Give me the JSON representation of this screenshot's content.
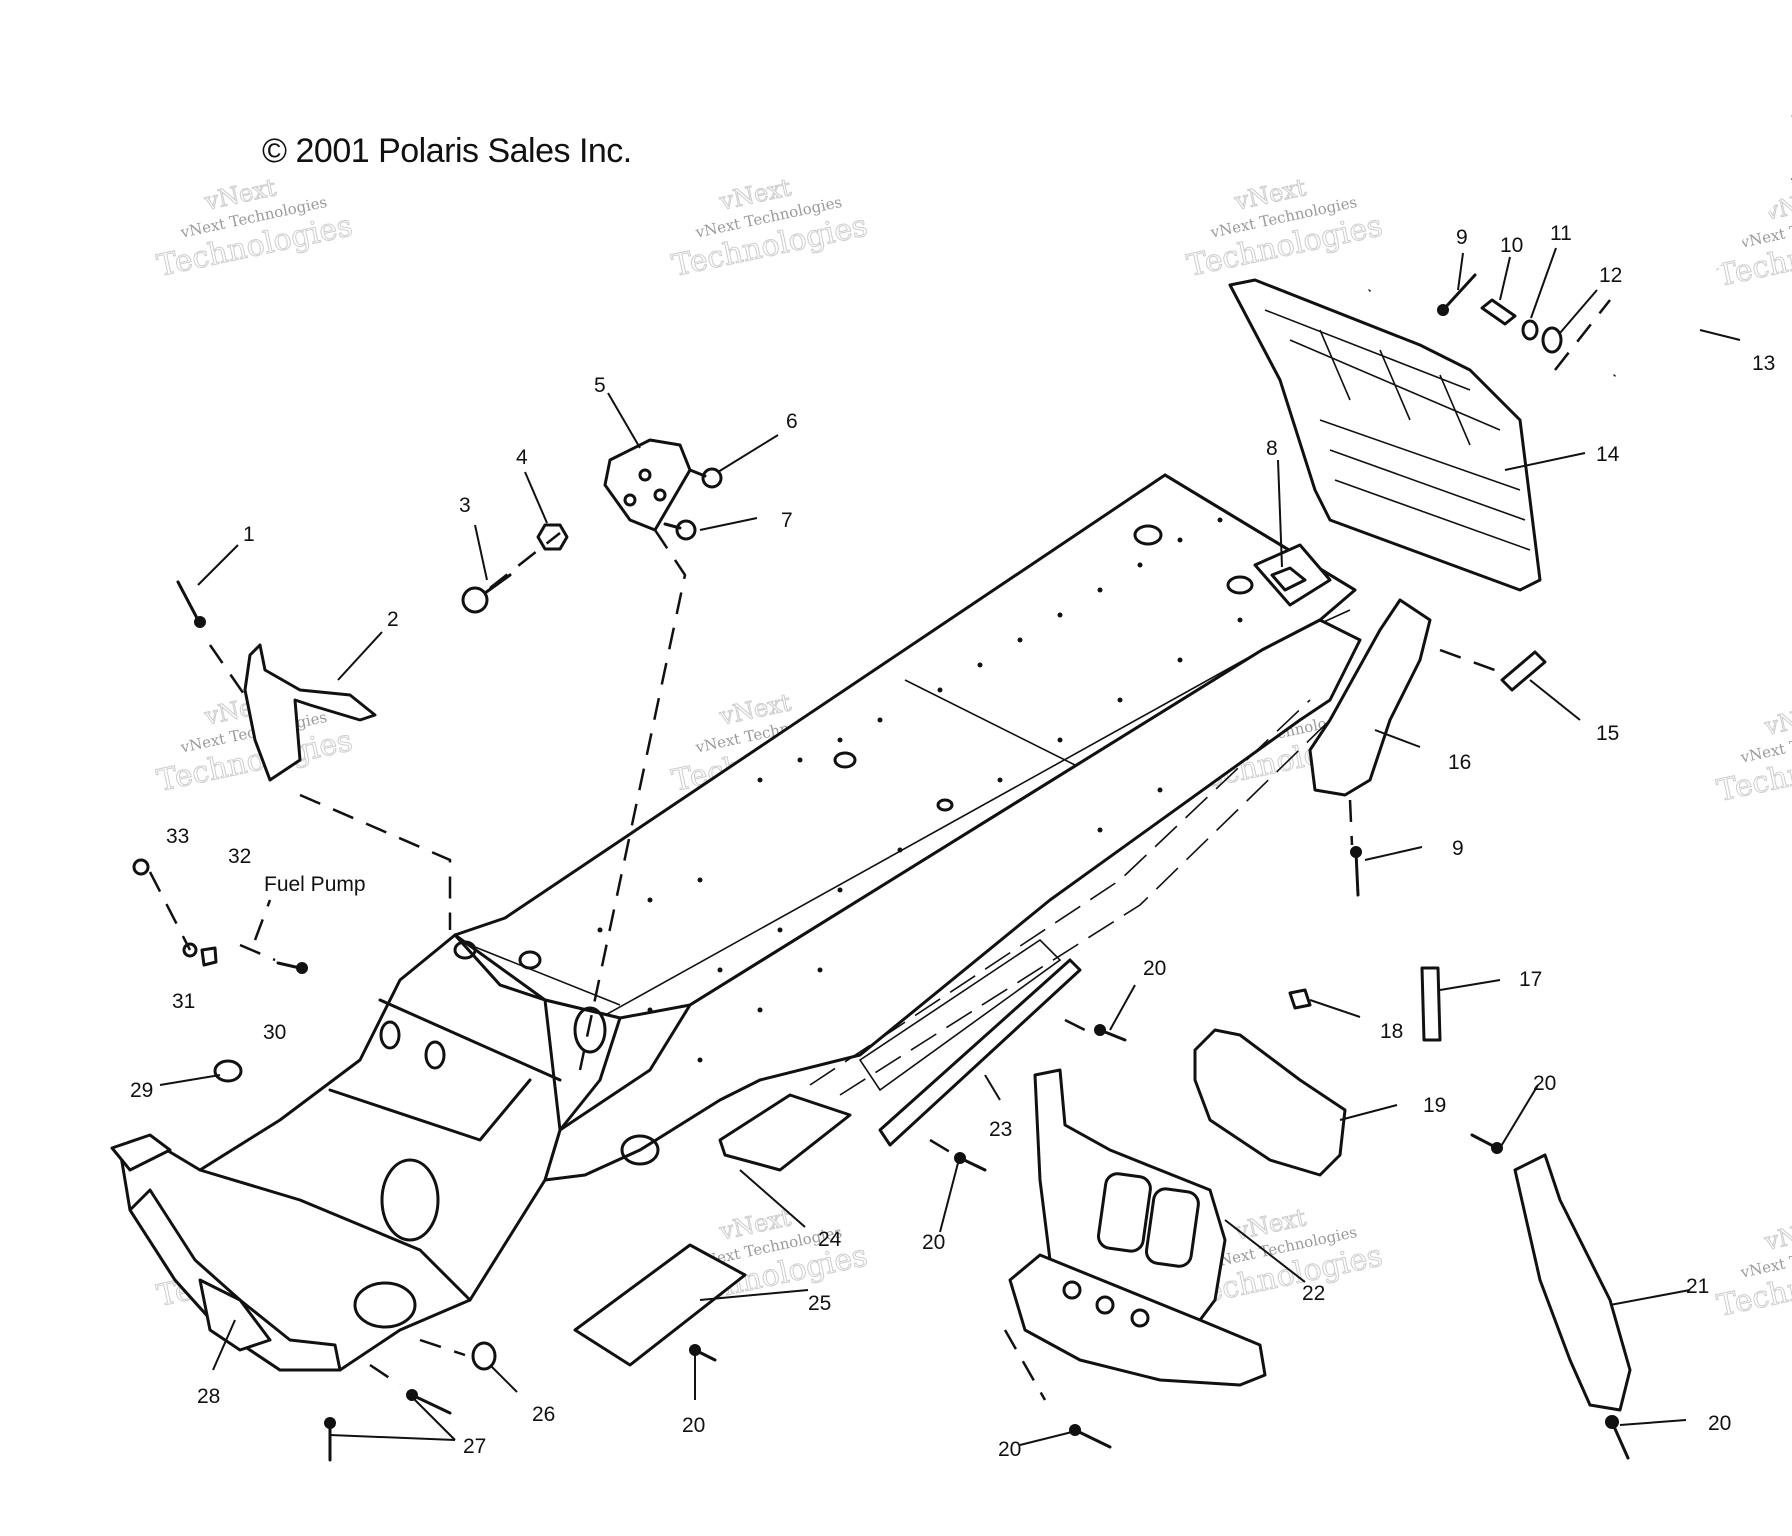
{
  "copyright": "© 2001 Polaris Sales Inc.",
  "fuel_pump_label": "Fuel Pump",
  "watermark": {
    "brand": "vNext",
    "company": "vNext Technologies",
    "big": "Technologies"
  },
  "callouts": [
    {
      "id": "c1",
      "text": "1"
    },
    {
      "id": "c2",
      "text": "2"
    },
    {
      "id": "c3",
      "text": "3"
    },
    {
      "id": "c4",
      "text": "4"
    },
    {
      "id": "c5",
      "text": "5"
    },
    {
      "id": "c6",
      "text": "6"
    },
    {
      "id": "c7",
      "text": "7"
    },
    {
      "id": "c8",
      "text": "8"
    },
    {
      "id": "c9a",
      "text": "9"
    },
    {
      "id": "c9b",
      "text": "9"
    },
    {
      "id": "c10",
      "text": "10"
    },
    {
      "id": "c11",
      "text": "11"
    },
    {
      "id": "c12",
      "text": "12"
    },
    {
      "id": "c13",
      "text": "13"
    },
    {
      "id": "c14",
      "text": "14"
    },
    {
      "id": "c15",
      "text": "15"
    },
    {
      "id": "c16",
      "text": "16"
    },
    {
      "id": "c17",
      "text": "17"
    },
    {
      "id": "c18",
      "text": "18"
    },
    {
      "id": "c19",
      "text": "19"
    },
    {
      "id": "c20a",
      "text": "20"
    },
    {
      "id": "c20b",
      "text": "20"
    },
    {
      "id": "c20c",
      "text": "20"
    },
    {
      "id": "c20d",
      "text": "20"
    },
    {
      "id": "c20e",
      "text": "20"
    },
    {
      "id": "c20f",
      "text": "20"
    },
    {
      "id": "c21",
      "text": "21"
    },
    {
      "id": "c22",
      "text": "22"
    },
    {
      "id": "c23",
      "text": "23"
    },
    {
      "id": "c24",
      "text": "24"
    },
    {
      "id": "c25",
      "text": "25"
    },
    {
      "id": "c26",
      "text": "26"
    },
    {
      "id": "c27",
      "text": "27"
    },
    {
      "id": "c28",
      "text": "28"
    },
    {
      "id": "c29",
      "text": "29"
    },
    {
      "id": "c30",
      "text": "30"
    },
    {
      "id": "c31",
      "text": "31"
    },
    {
      "id": "c32",
      "text": "32"
    },
    {
      "id": "c33",
      "text": "33"
    }
  ]
}
